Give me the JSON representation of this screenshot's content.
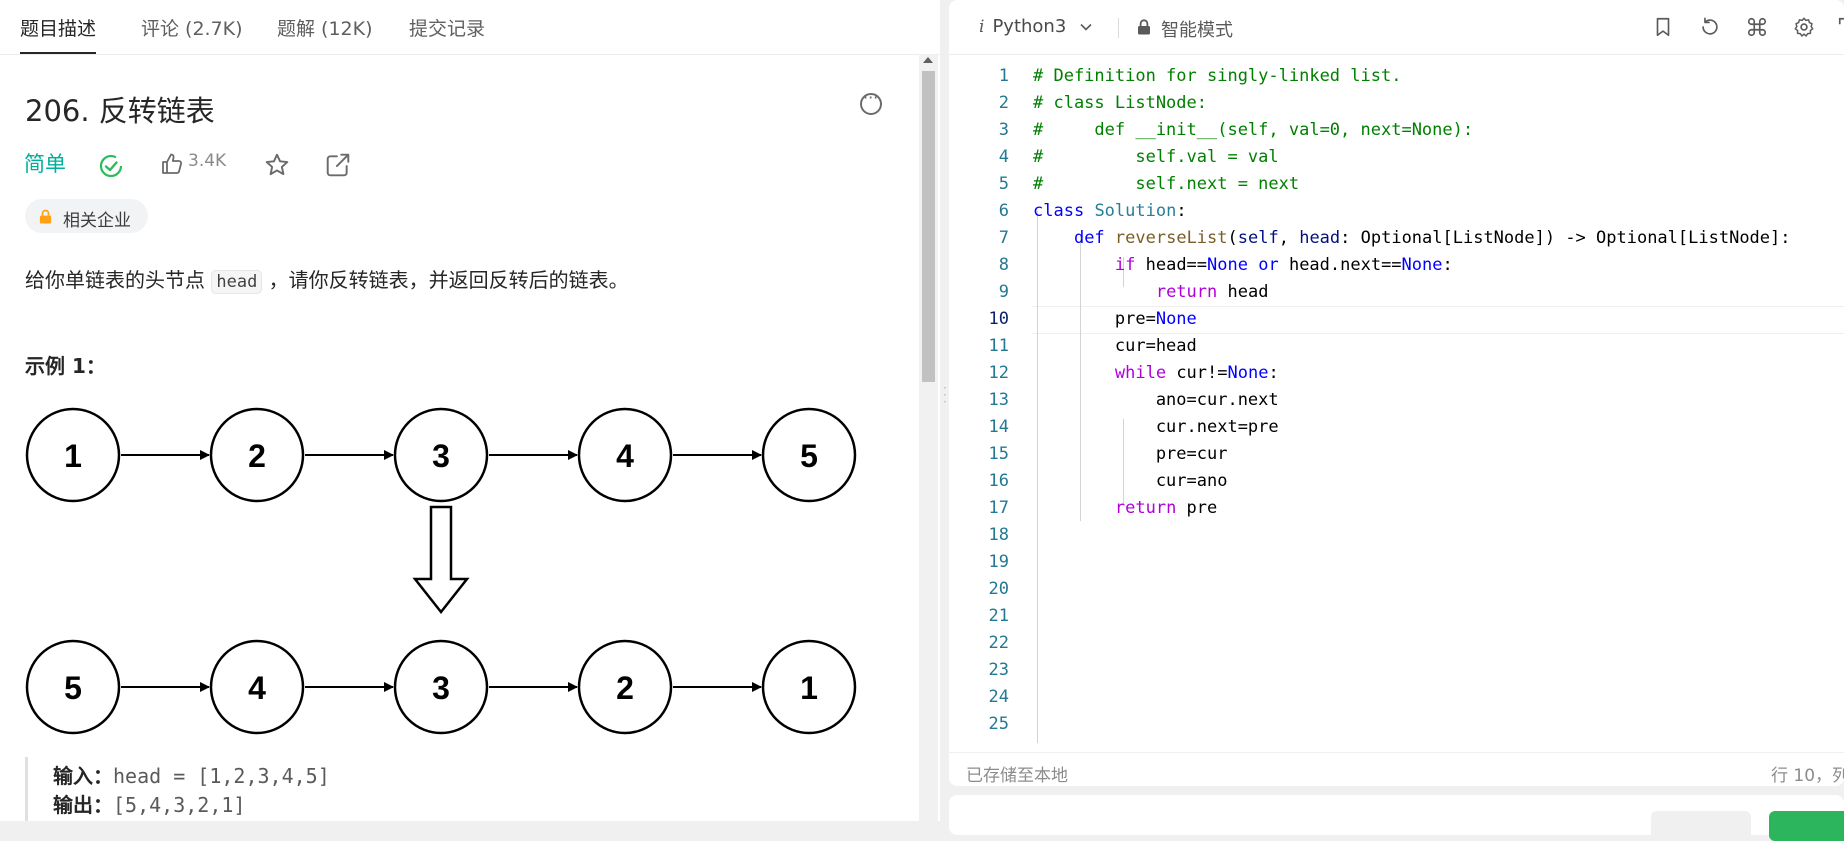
{
  "tabs": [
    "题目描述",
    "评论 (2.7K)",
    "题解 (12K)",
    "提交记录"
  ],
  "problem": {
    "title": "206. 反转链表",
    "difficulty": "简单",
    "likes": "3.4K",
    "company_tag": "相关企业",
    "desc_before": "给你单链表的头节点 ",
    "desc_code": "head",
    "desc_after": " ，请你反转链表，并返回反转后的链表。",
    "example_title": "示例 1：",
    "list_top": [
      "1",
      "2",
      "3",
      "4",
      "5"
    ],
    "list_bottom": [
      "5",
      "4",
      "3",
      "2",
      "1"
    ],
    "input_label": "输入：",
    "input_value": "head = [1,2,3,4,5]",
    "output_label": "输出：",
    "output_value": "[5,4,3,2,1]"
  },
  "editor": {
    "language": "Python3",
    "mode": "智能模式",
    "current_line": 10,
    "line_numbers": [
      "1",
      "2",
      "3",
      "4",
      "5",
      "6",
      "7",
      "8",
      "9",
      "10",
      "11",
      "12",
      "13",
      "14",
      "15",
      "16",
      "17",
      "18",
      "19",
      "20",
      "21",
      "22",
      "23",
      "24",
      "25"
    ],
    "saved_status": "已存储至本地",
    "cursor_position": "行 10，列"
  },
  "colors": {
    "easy": "#00af9b",
    "comment": "#008000",
    "keyword": "#0000ff",
    "control": "#af00db",
    "class": "#267f99",
    "function": "#795e26",
    "submit": "#2db55d"
  }
}
